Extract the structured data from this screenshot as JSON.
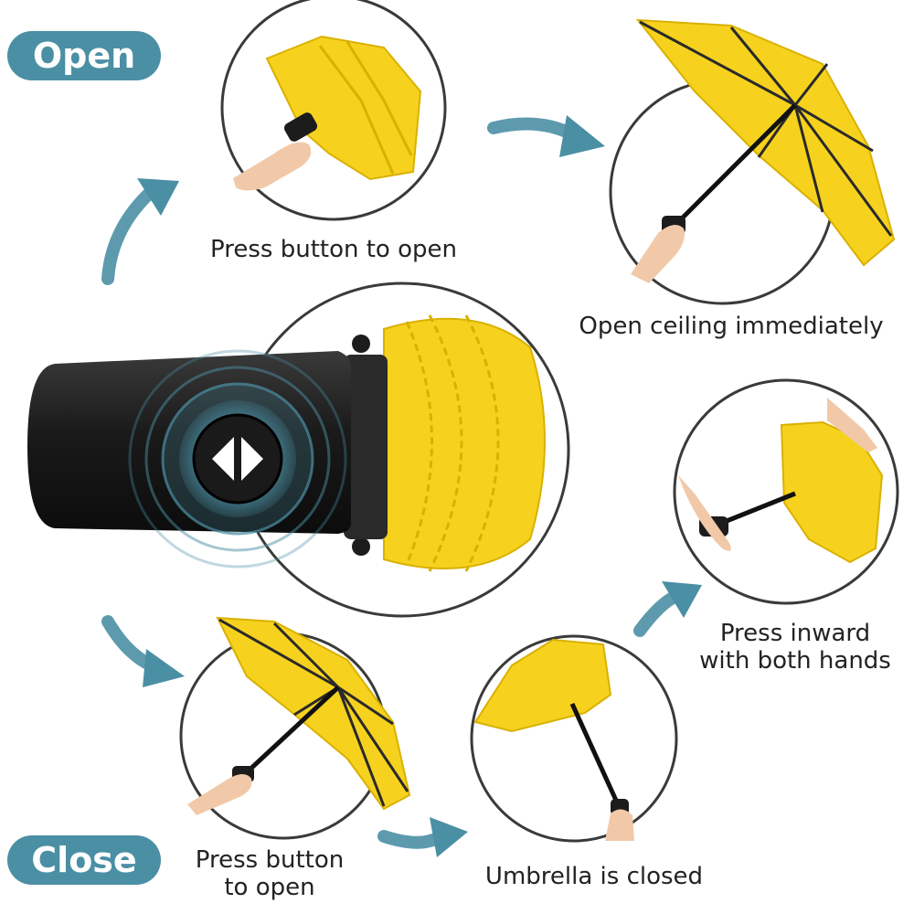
{
  "colors": {
    "accent": "#4b8fa4",
    "umbrella_yellow": "#f6d21e",
    "umbrella_shadow": "#d9b100",
    "handle_black": "#1c1c1c",
    "ring_gray": "#3a3a3a",
    "skin": "#f1c9a8"
  },
  "labels": {
    "open": "Open",
    "close": "Close"
  },
  "steps": {
    "press_button_open": "Press button to open",
    "open_ceiling": "Open ceiling immediately",
    "press_inward_line1": "Press inward",
    "press_inward_line2": "with both hands",
    "press_button_close_line1": "Press button",
    "press_button_close_line2": "to open",
    "umbrella_closed": "Umbrella is closed"
  },
  "icons": {
    "arrow": "curved-arrow-icon",
    "button": "diamond-button-icon"
  }
}
